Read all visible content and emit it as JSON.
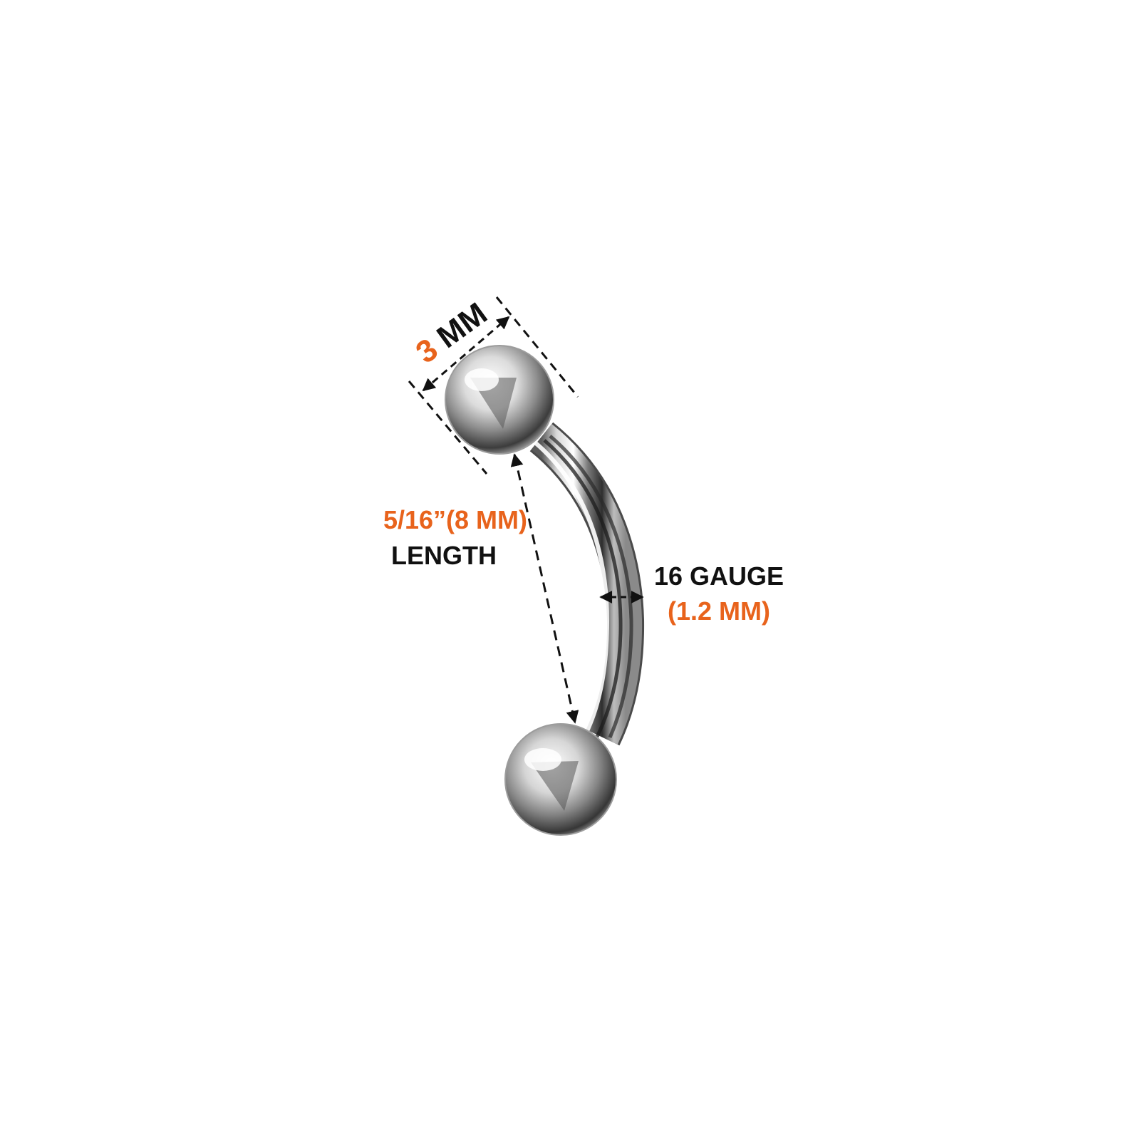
{
  "colors": {
    "accent": "#e8631c",
    "text": "#111111",
    "dimension_line": "#111111",
    "metal_light": "#f4f4f4",
    "metal_dark": "#3a3a3a",
    "background": "#ffffff"
  },
  "labels": {
    "ball_size_value": "3",
    "ball_size_unit": " MM",
    "length_value": "5/16”(8 MM)",
    "length_caption": "LENGTH",
    "gauge_caption": "16 GAUGE",
    "gauge_value": "(1.2 MM)"
  },
  "product": {
    "type": "curved barbell",
    "ball_diameter_mm": 3,
    "bar_length_in": "5/16",
    "bar_length_mm": 8,
    "gauge": 16,
    "gauge_mm": 1.2
  }
}
